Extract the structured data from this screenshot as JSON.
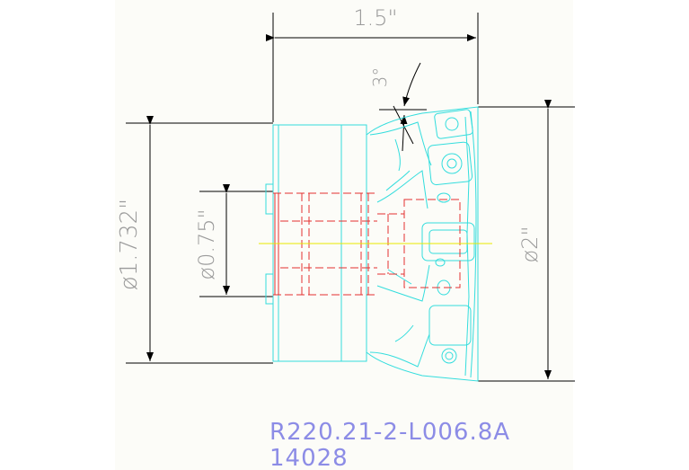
{
  "drawing": {
    "dimensions": {
      "length": "1.5\"",
      "angle": "3°",
      "outer_diameter": "ø1.732\"",
      "bore_diameter": "ø0.75\"",
      "cutter_diameter": "ø2\""
    },
    "part_number": "R220.21-2-L006.8A",
    "item_number": "14028"
  },
  "colors": {
    "background": "#fcfcf8",
    "dimension_lines": "#000000",
    "dimension_text": "#9a9a9a",
    "body_outline": "#33dddd",
    "bore_hidden_lines": "#e33030",
    "centerline": "#e8e800",
    "label_text": "#8c8ce6"
  }
}
